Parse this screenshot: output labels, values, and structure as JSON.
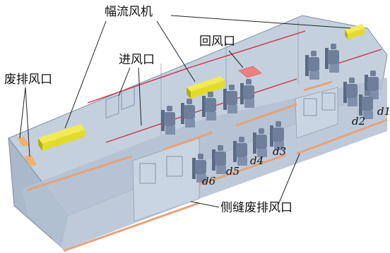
{
  "labels": {
    "fan": "幅流风机",
    "exhaust": "废排风口",
    "inlet": "进风口",
    "return": "回风口",
    "side_exhaust": "侧缝废排风口"
  },
  "seat_rows": [
    "d1",
    "d2",
    "d3",
    "d4",
    "d5",
    "d6"
  ],
  "colors": {
    "wall": "#b9c6d6",
    "floor_strip": "#e8a276",
    "fan": "#e3db2c",
    "return_vent": "#f07f7f",
    "exhaust_vent": "#f0b070",
    "seat": "#6f7f99",
    "red_line": "#cc3344"
  }
}
